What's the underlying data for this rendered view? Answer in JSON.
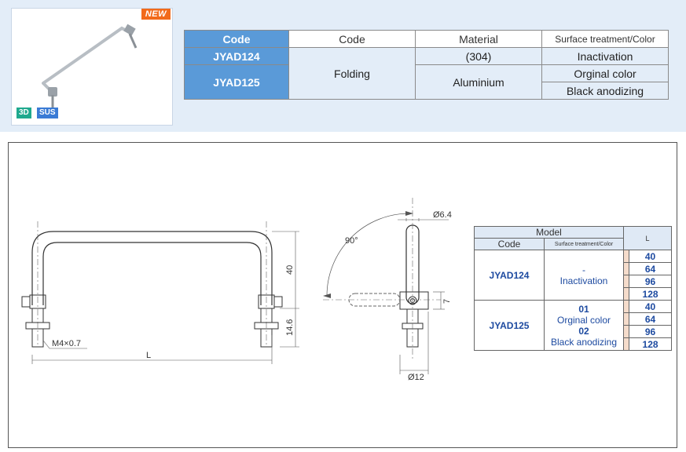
{
  "product": {
    "badge": "NEW",
    "tags": [
      "3D",
      "SUS"
    ]
  },
  "spec_table": {
    "headers": [
      "Code",
      "Code",
      "Material",
      "Surface treatment/Color"
    ],
    "codes": [
      "JYAD124",
      "JYAD125"
    ],
    "type": "Folding",
    "materials": [
      "(304)",
      "Aluminium"
    ],
    "surfaces": [
      "Inactivation",
      "Orginal color",
      "Black anodizing"
    ]
  },
  "drawing": {
    "dim_height": "40",
    "dim_thread_len": "14.6",
    "thread": "M4×0.7",
    "length": "L",
    "angle": "90°",
    "dia_small": "Ø6.4",
    "dia_large": "Ø12",
    "dim_side": "7"
  },
  "model_table": {
    "title": "Model",
    "col_code": "Code",
    "col_surface": "Surface treatment/Color",
    "col_l": "L",
    "rows": [
      {
        "code": "JYAD124",
        "sub": "-",
        "surface": "Inactivation",
        "lengths": [
          "40",
          "64",
          "96",
          "128"
        ]
      },
      {
        "code": "JYAD125",
        "sub1": "01",
        "surface1": "Orginal color",
        "sub2": "02",
        "surface2": "Black anodizing",
        "lengths": [
          "40",
          "64",
          "96",
          "128"
        ]
      }
    ]
  },
  "colors": {
    "header_blue": "#5a9ad8",
    "badge_orange": "#f26a1b",
    "band": "#e3edf8",
    "value_blue": "#1d4aa0"
  }
}
